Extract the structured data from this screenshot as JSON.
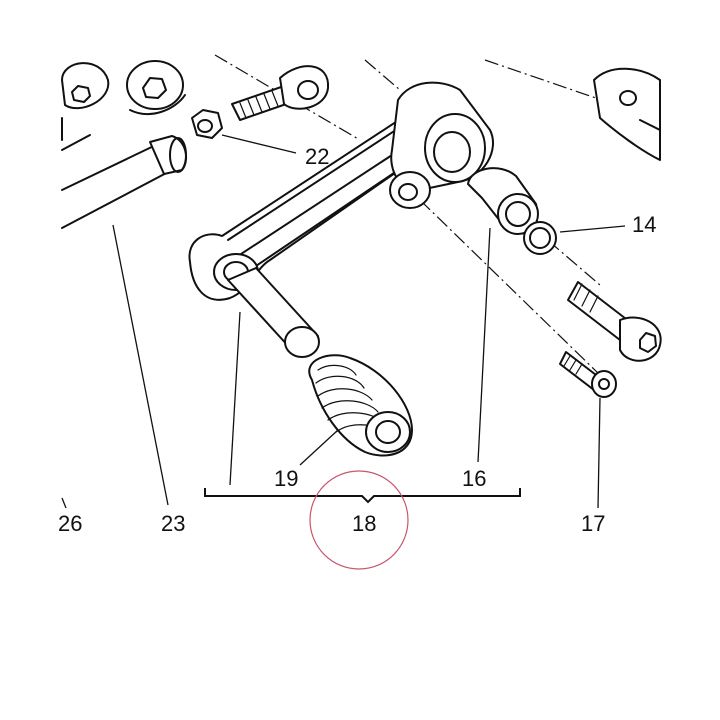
{
  "callouts": {
    "p14": "14",
    "p16": "16",
    "p17": "17",
    "p18": "18",
    "p19": "19",
    "p22": "22",
    "p23": "23",
    "p26": "26"
  },
  "colors": {
    "line": "#111111",
    "highlight_circle": "#c8566a",
    "background": "#ffffff"
  }
}
